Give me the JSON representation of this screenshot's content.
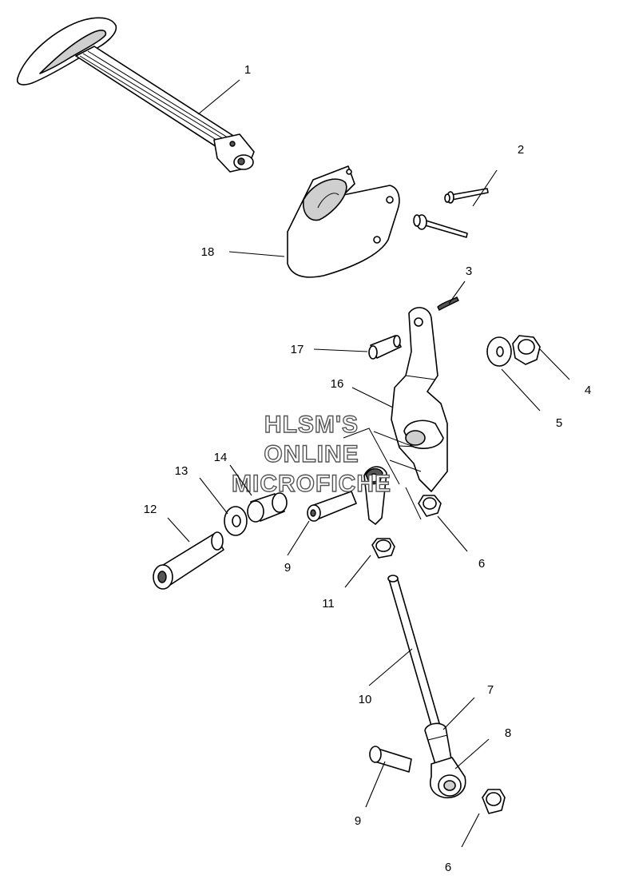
{
  "watermark": {
    "line1": "HLSM'S",
    "line2": "ONLINE",
    "line3": "MICROFICHE"
  },
  "callouts": [
    {
      "id": "c1",
      "label": "1"
    },
    {
      "id": "c2",
      "label": "2"
    },
    {
      "id": "c3",
      "label": "3"
    },
    {
      "id": "c4",
      "label": "4"
    },
    {
      "id": "c5",
      "label": "5"
    },
    {
      "id": "c6a",
      "label": "6"
    },
    {
      "id": "c6b",
      "label": "6"
    },
    {
      "id": "c7",
      "label": "7"
    },
    {
      "id": "c8",
      "label": "8"
    },
    {
      "id": "c9a",
      "label": "9"
    },
    {
      "id": "c9b",
      "label": "9"
    },
    {
      "id": "c10",
      "label": "10"
    },
    {
      "id": "c11",
      "label": "11"
    },
    {
      "id": "c12",
      "label": "12"
    },
    {
      "id": "c13",
      "label": "13"
    },
    {
      "id": "c14",
      "label": "14"
    },
    {
      "id": "c16",
      "label": "16"
    },
    {
      "id": "c17",
      "label": "17"
    },
    {
      "id": "c18",
      "label": "18"
    }
  ]
}
